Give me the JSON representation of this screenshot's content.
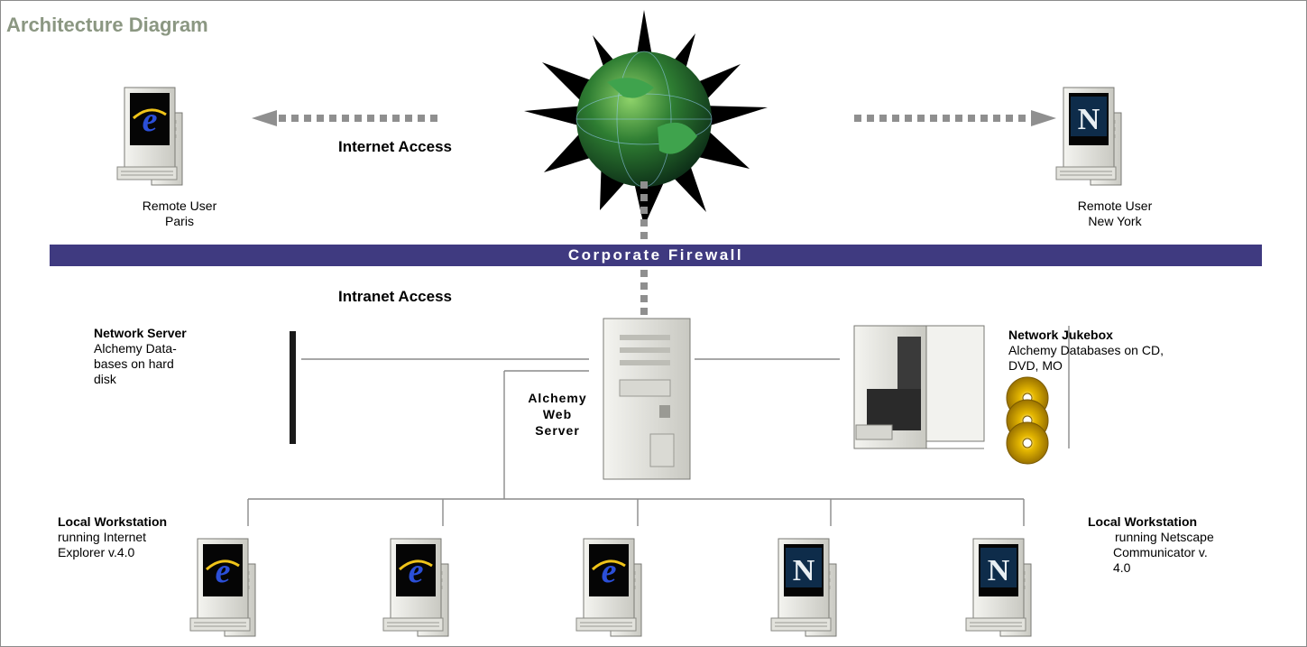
{
  "title": "Architecture Diagram",
  "internet": {
    "label": "Internet Access",
    "remote_left": {
      "line1": "Remote User",
      "line2": "Paris",
      "browser_icon": "internet-explorer-icon"
    },
    "remote_right": {
      "line1": "Remote User",
      "line2": "New York",
      "browser_icon": "netscape-icon"
    }
  },
  "firewall": {
    "label": "Corporate Firewall"
  },
  "intranet": {
    "label": "Intranet Access"
  },
  "network_server": {
    "title": "Network Server",
    "line1": "Alchemy Data-",
    "line2": "bases on hard",
    "line3": "disk"
  },
  "web_server": {
    "line1": "Alchemy",
    "line2": "Web",
    "line3": "Server"
  },
  "jukebox": {
    "title": "Network Jukebox",
    "line1": "Alchemy Databases on CD,",
    "line2": "DVD, MO"
  },
  "workstation_left": {
    "title": "Local Workstation",
    "line1": "running Internet",
    "line2": "Explorer v.4.0"
  },
  "workstation_right": {
    "title": "Local Workstation",
    "line1": "running Netscape",
    "line2": "Communicator v.",
    "line3": "4.0"
  },
  "workstations": [
    {
      "browser_icon": "internet-explorer-icon"
    },
    {
      "browser_icon": "internet-explorer-icon"
    },
    {
      "browser_icon": "internet-explorer-icon"
    },
    {
      "browser_icon": "netscape-icon"
    },
    {
      "browser_icon": "netscape-icon"
    }
  ],
  "colors": {
    "firewall": "#3f3a80",
    "title": "#8b9782",
    "globe": "#2e7d32",
    "star": "#000000",
    "disc": "#e6b800"
  }
}
